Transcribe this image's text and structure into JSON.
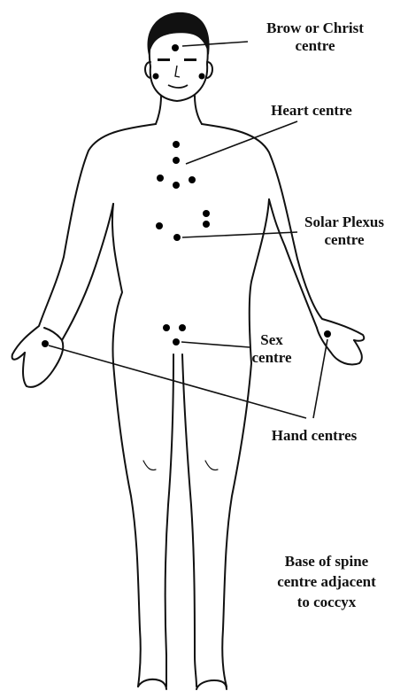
{
  "diagram": {
    "labels": {
      "brow": [
        "Brow or Christ",
        "centre"
      ],
      "heart": [
        "Heart centre"
      ],
      "solar": [
        "Solar Plexus",
        "centre"
      ],
      "sex": [
        "Sex",
        "centre"
      ],
      "hand": [
        "Hand centres"
      ],
      "base": [
        "Base of spine",
        "centre adjacent",
        "to coccyx"
      ]
    }
  }
}
